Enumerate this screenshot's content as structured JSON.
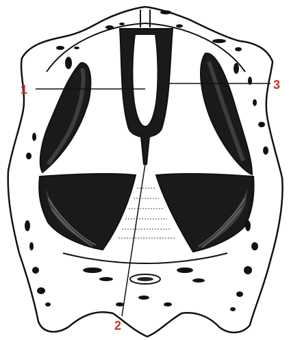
{
  "labels": {
    "one": "1",
    "two": "2",
    "three": "3"
  },
  "colors": {
    "label": "#c0392b",
    "ink": "#111111",
    "bone_fill": "#ffffff",
    "muscle_dark": "#1a1a1a",
    "muscle_mid": "#3a3a3a"
  }
}
